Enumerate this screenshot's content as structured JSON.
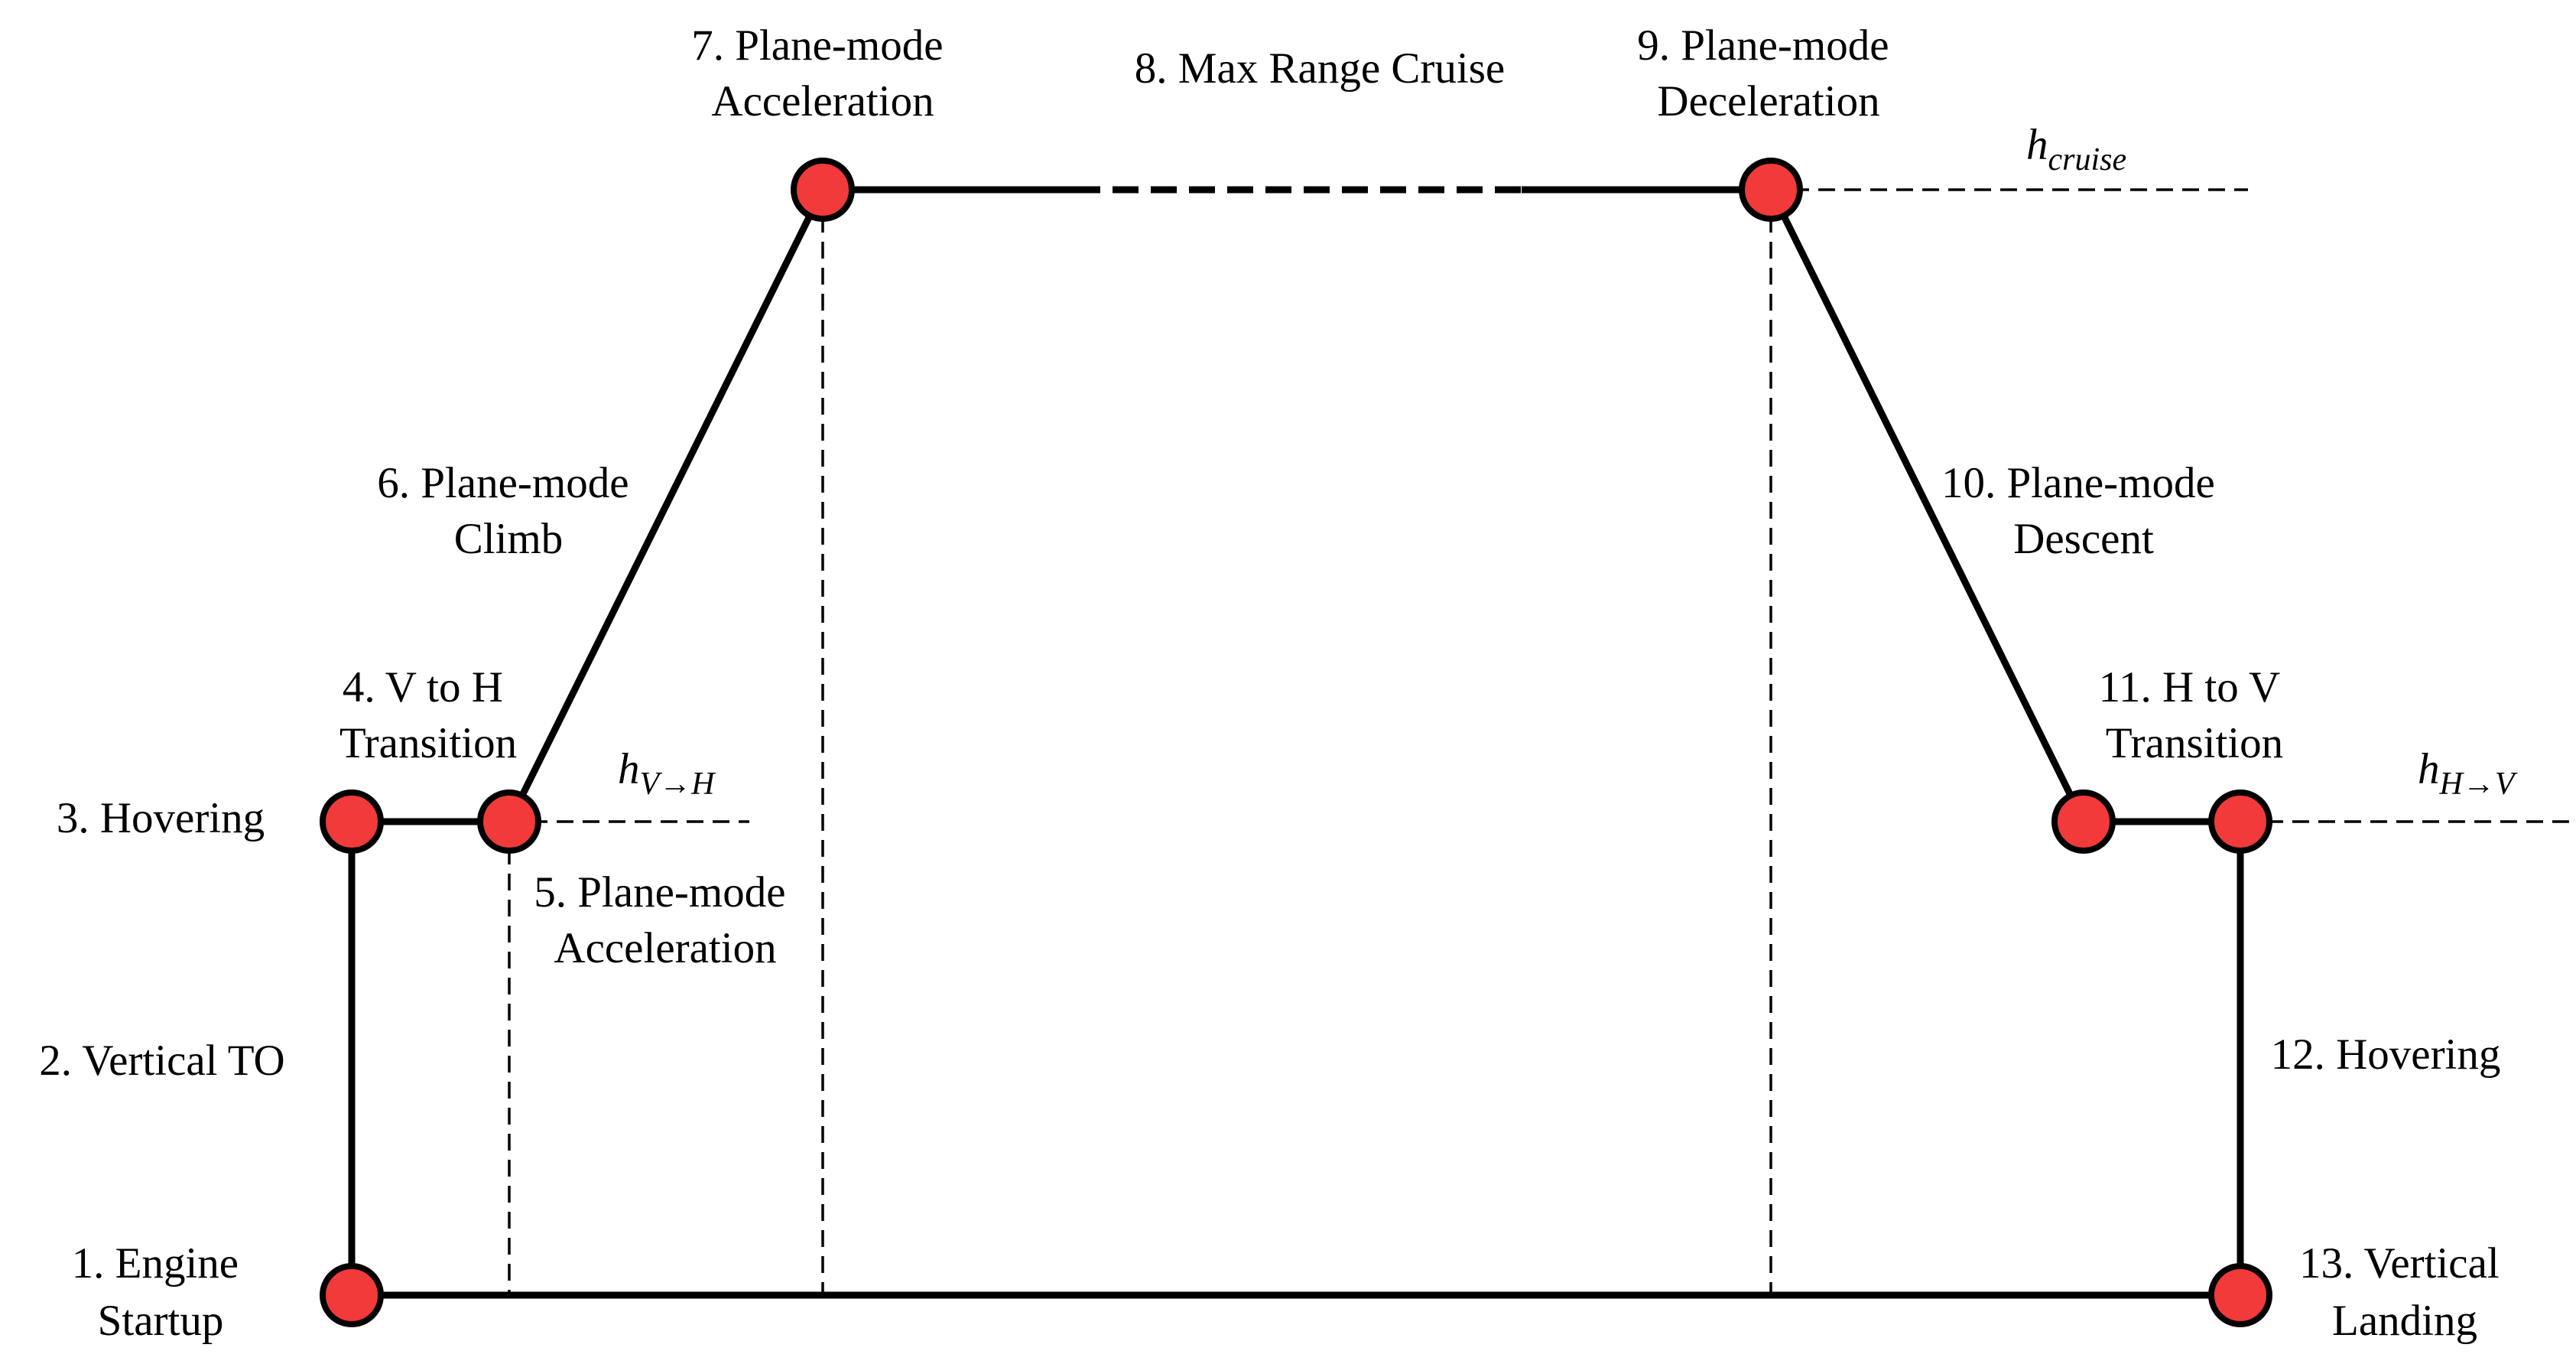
{
  "diagram": {
    "phases": [
      {
        "id": "1",
        "lines": [
          "1. Engine",
          "Startup"
        ]
      },
      {
        "id": "2",
        "lines": [
          "2. Vertical TO"
        ]
      },
      {
        "id": "3",
        "lines": [
          "3. Hovering"
        ]
      },
      {
        "id": "4",
        "lines": [
          "4. V to H",
          "Transition"
        ]
      },
      {
        "id": "5",
        "lines": [
          "5. Plane-mode",
          "Acceleration"
        ]
      },
      {
        "id": "6",
        "lines": [
          "6. Plane-mode",
          "Climb"
        ]
      },
      {
        "id": "7",
        "lines": [
          "7. Plane-mode",
          "Acceleration"
        ]
      },
      {
        "id": "8",
        "lines": [
          "8. Max Range Cruise"
        ]
      },
      {
        "id": "9",
        "lines": [
          "9. Plane-mode",
          "Deceleration"
        ]
      },
      {
        "id": "10",
        "lines": [
          "10. Plane-mode",
          "Descent"
        ]
      },
      {
        "id": "11",
        "lines": [
          "11. H to V",
          "Transition"
        ]
      },
      {
        "id": "12",
        "lines": [
          "12. Hovering"
        ]
      },
      {
        "id": "13",
        "lines": [
          "13. Vertical",
          "Landing"
        ]
      }
    ],
    "altitudes": {
      "cruise": {
        "base": "h",
        "sub": "cruise"
      },
      "v_to_h": {
        "base": "h",
        "sub": "V→H"
      },
      "h_to_v": {
        "base": "h",
        "sub": "H→V"
      }
    },
    "colors": {
      "node_fill": "#f23a3a",
      "stroke": "#000000",
      "background": "#ffffff"
    }
  }
}
